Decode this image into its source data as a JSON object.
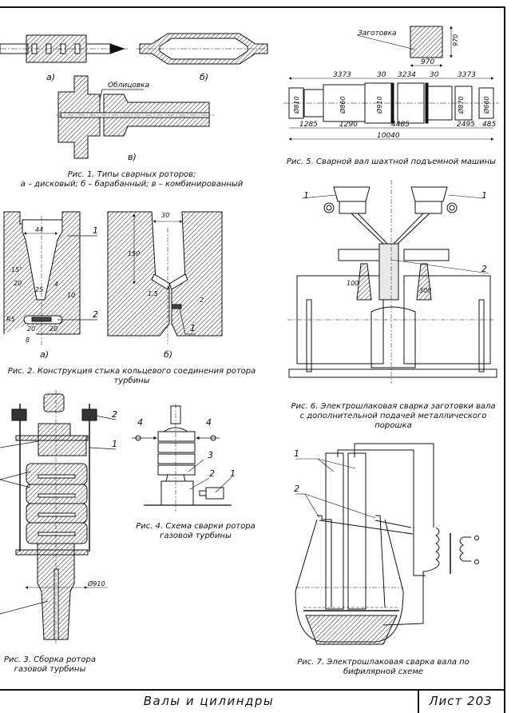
{
  "page": {
    "title_block": {
      "section_title": "Валы и цилиндры",
      "sheet_label": "Лист 203"
    }
  },
  "fig1": {
    "caption_line1": "Рис. 1. Типы сварных роторов;",
    "caption_line2": "а – дисковый;  б – барабанный;  в – комбинированный",
    "sub_a": "а)",
    "sub_b": "б)",
    "sub_v": "в)",
    "callout": "Облицовка"
  },
  "fig2": {
    "caption_line1": "Рис. 2. Конструкция стыка кольцевого соединения ротора",
    "caption_line2": "турбины",
    "sub_a": "а)",
    "sub_b": "б)",
    "dims_a": [
      "44",
      "15°",
      "20",
      "25",
      "4",
      "10",
      "R5",
      "20",
      "20",
      "8"
    ],
    "dims_b": [
      "30",
      "150",
      "1,5",
      "2"
    ],
    "callouts_a": [
      "1",
      "2"
    ],
    "callouts_b": [
      "1"
    ]
  },
  "fig3": {
    "caption_line1": "Рис. 3. Сборка ротора",
    "caption_line2": "газовой турбины",
    "dim": "Ø910",
    "callouts": [
      "2",
      "1"
    ]
  },
  "fig4": {
    "caption_line1": "Рис. 4. Схема сварки ротора",
    "caption_line2": "газовой турбины",
    "callouts": [
      "4",
      "4",
      "3",
      "2",
      "1"
    ]
  },
  "fig5": {
    "caption": "Рис. 5. Сварной вал шахтной подъемной машины",
    "blank_label": "Заготовка",
    "blank_dims": {
      "height": "970",
      "width": "970"
    },
    "top_dims": [
      "3373",
      "30",
      "3234",
      "30",
      "3373"
    ],
    "diameters": [
      "Ø810",
      "Ø860",
      "Ø910",
      "Ø870",
      "Ø660"
    ],
    "bottom_dims": [
      "1285",
      "1290",
      "4485",
      "2495",
      "485"
    ],
    "overall": "10040"
  },
  "fig6": {
    "caption_line1": "Рис. 6. Электрошлаковая сварка заготовки вала",
    "caption_line2": "с дополнительной подачей металлического",
    "caption_line3": "порошка",
    "callouts": [
      "1",
      "1",
      "2"
    ],
    "dims": [
      "100",
      "300"
    ]
  },
  "fig7": {
    "caption_line1": "Рис. 7. Электрошлаковая сварка вала по",
    "caption_line2": "бифилярной схеме",
    "callouts": [
      "1",
      "2"
    ]
  }
}
